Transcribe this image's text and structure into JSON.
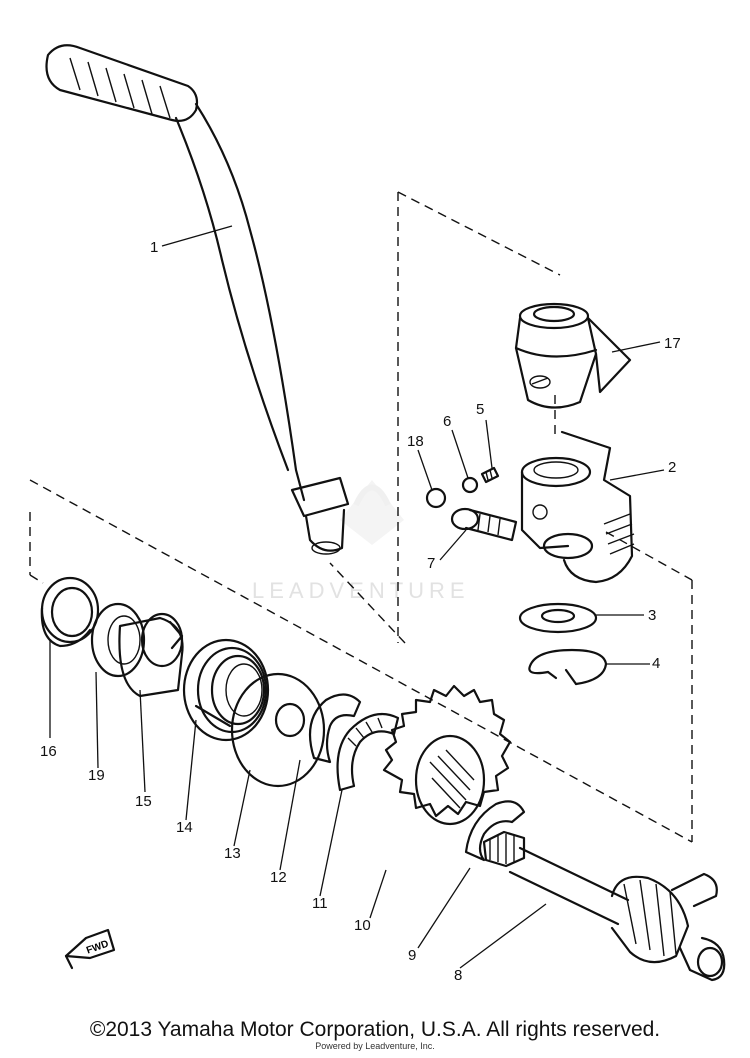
{
  "diagram": {
    "callouts": [
      "1",
      "2",
      "3",
      "4",
      "5",
      "6",
      "7",
      "8",
      "9",
      "10",
      "11",
      "12",
      "13",
      "14",
      "15",
      "16",
      "17",
      "18",
      "19"
    ],
    "fwd_label": "FWD",
    "watermark": "LEADVENTURE"
  },
  "footer": {
    "copyright": "©2013 Yamaha Motor Corporation, U.S.A. All rights reserved.",
    "sub": "Powered by Leadventure, Inc."
  }
}
